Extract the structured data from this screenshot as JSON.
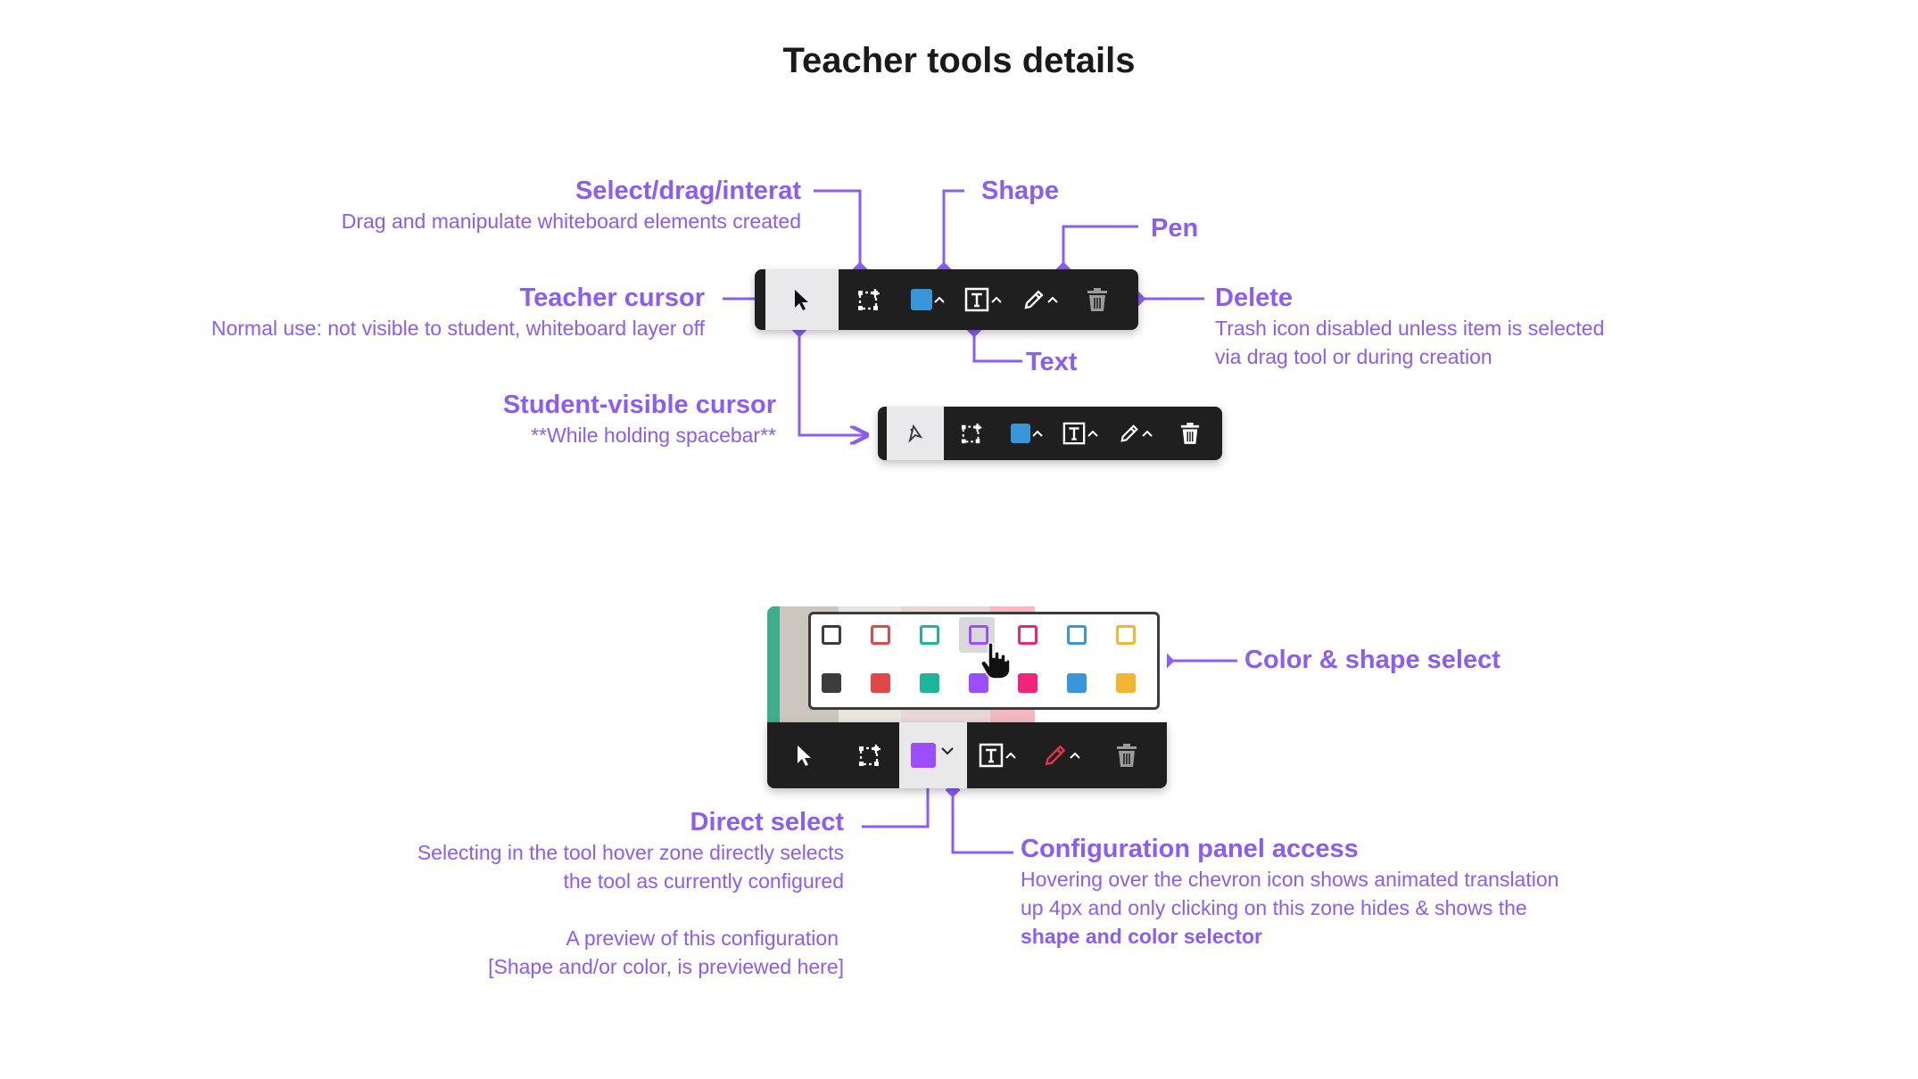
{
  "title": "Teacher tools details",
  "annotations": {
    "select_drag": {
      "label": "Select/drag/interat",
      "desc": "Drag and manipulate whiteboard elements created"
    },
    "shape": {
      "label": "Shape"
    },
    "pen": {
      "label": "Pen"
    },
    "teacher_cursor": {
      "label": "Teacher cursor",
      "desc": "Normal use: not visible to student, whiteboard layer off"
    },
    "delete": {
      "label": "Delete",
      "desc_line1": "Trash icon disabled unless item is selected",
      "desc_line2": "via drag tool or during creation"
    },
    "text": {
      "label": "Text"
    },
    "student_cursor": {
      "label": "Student-visible cursor",
      "desc": "**While holding spacebar**"
    },
    "color_shape_select": {
      "label": "Color & shape select"
    },
    "direct_select": {
      "label": "Direct select",
      "desc_line1": "Selecting in the tool hover zone directly selects",
      "desc_line2": "the tool as currently configured",
      "desc_line3": "A preview of this configuration",
      "desc_line4": "[Shape and/or color, is previewed here]"
    },
    "config_panel": {
      "label": "Configuration panel access",
      "desc_line1": "Hovering over the chevron icon shows animated translation",
      "desc_line2": "up 4px and only clicking on this zone hides & shows the",
      "desc_line3": "shape and color selector"
    }
  },
  "toolbars": {
    "main": {
      "active_tool": "cursor",
      "tools": [
        "cursor-icon",
        "select-drag-icon",
        "shape-square-icon",
        "text-icon",
        "pen-icon",
        "trash-icon"
      ],
      "shape_color": "#3a96dc"
    },
    "student": {
      "active_tool": "student-cursor",
      "tools": [
        "student-cursor-icon",
        "select-drag-icon",
        "shape-square-icon",
        "text-icon",
        "pen-icon",
        "trash-icon"
      ],
      "shape_color": "#3a96dc"
    },
    "config": {
      "active_tool": "shape",
      "tools": [
        "cursor-icon",
        "select-drag-icon",
        "shape-square-icon",
        "text-icon",
        "pen-icon",
        "trash-icon"
      ],
      "shape_color": "#9b4dff",
      "pen_color": "#e0344a"
    }
  },
  "palette": {
    "outline": [
      "#3c3c3c",
      "#e04848",
      "#1fb59a",
      "#9b4dff",
      "#f0257a",
      "#3a96dc",
      "#f2b630"
    ],
    "filled": [
      "#3c3c3c",
      "#e04848",
      "#1fb59a",
      "#9b4dff",
      "#f0257a",
      "#3a96dc",
      "#f2b630"
    ],
    "hovered_index": 3
  },
  "colors": {
    "accent": "#8b5cf6",
    "toolbar": "#1f1f1f",
    "active_tool_bg": "#e9e9ec"
  }
}
